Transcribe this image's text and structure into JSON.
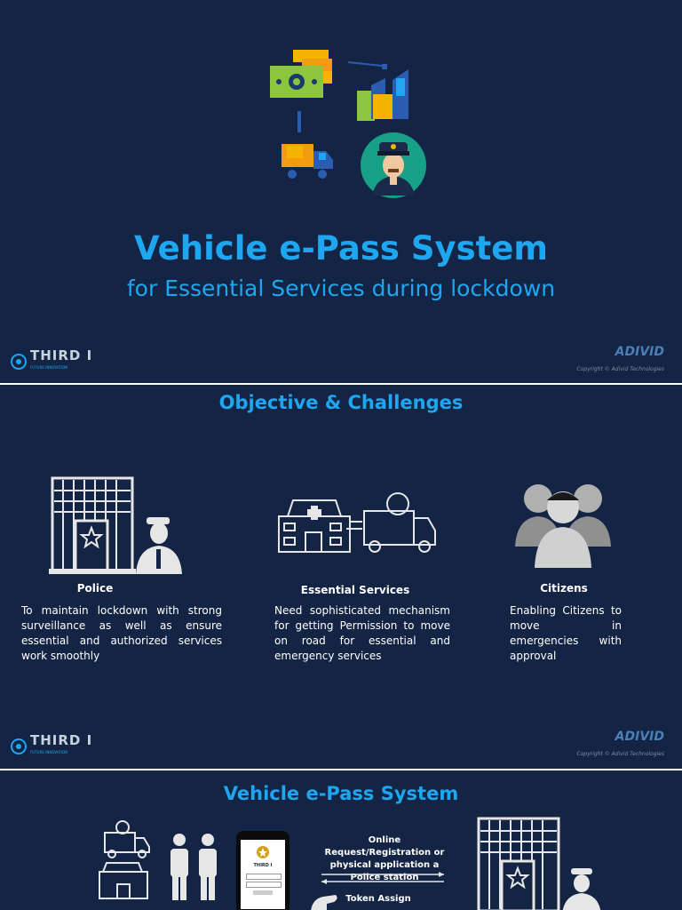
{
  "slide1": {
    "title": "Vehicle e-Pass System",
    "subtitle": "for Essential Services during lockdown",
    "logo_left": "THIRD I",
    "logo_left_tagline": "FUTURE INNOVATION",
    "logo_right": "ADIVID",
    "copyright": "Copyright © Adivid Technologies"
  },
  "slide2": {
    "heading": "Objective & Challenges",
    "columns": [
      {
        "title": "Police",
        "text": "To maintain lockdown with strong surveillance as well as ensure essential and authorized services work smoothly"
      },
      {
        "title": "Essential Services",
        "text": "Need sophisticated mechanism for getting Permission to move on road for essential and emergency services"
      },
      {
        "title": "Citizens",
        "text": "Enabling Citizens to move in emergencies with approval"
      }
    ],
    "logo_left": "THIRD I",
    "logo_left_tagline": "FUTURE INNOVATION",
    "logo_right": "ADIVID",
    "copyright": "Copyright © Adivid Technologies"
  },
  "slide3": {
    "heading": "Vehicle e-Pass System",
    "flow_request": "Online Request/Registration or physical application a Police station",
    "flow_token": "Token Assign",
    "phone_label": "THIRD I"
  },
  "colors": {
    "background": "#142444",
    "accent": "#1ea7f0",
    "text": "#ffffff"
  }
}
